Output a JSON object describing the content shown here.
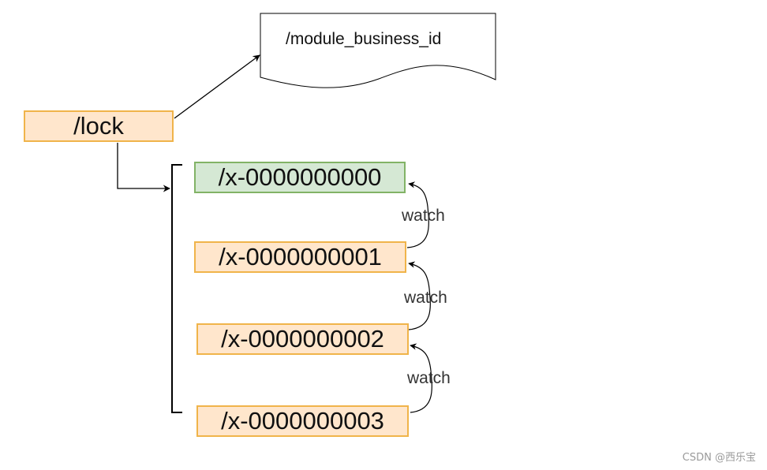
{
  "colors": {
    "orange_fill": "#ffe6cc",
    "orange_border": "#f0b44a",
    "green_fill": "#d5e8d4",
    "green_border": "#82b366",
    "line": "#000000"
  },
  "document": {
    "label": "/module_business_id",
    "shape": "document-wave"
  },
  "lock": {
    "label": "/lock"
  },
  "nodes": [
    {
      "label": "/x-0000000000",
      "color": "green"
    },
    {
      "label": "/x-0000000001",
      "color": "orange"
    },
    {
      "label": "/x-0000000002",
      "color": "orange"
    },
    {
      "label": "/x-0000000003",
      "color": "orange"
    }
  ],
  "watches": [
    {
      "label": "watch"
    },
    {
      "label": "watch"
    },
    {
      "label": "watch"
    }
  ],
  "watermark": "CSDN @西乐宝"
}
